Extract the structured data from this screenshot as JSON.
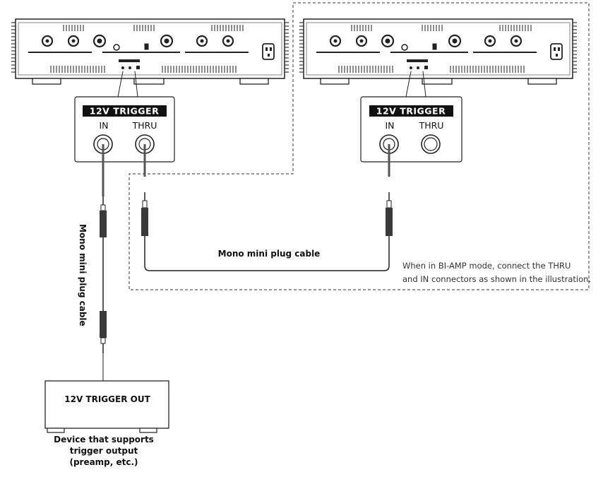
{
  "amps": [
    {
      "trigger_panel": {
        "header": "12V TRIGGER",
        "in_label": "IN",
        "thru_label": "THRU"
      }
    },
    {
      "trigger_panel": {
        "header": "12V TRIGGER",
        "in_label": "IN",
        "thru_label": "THRU"
      }
    }
  ],
  "cables": {
    "vertical_label": "Mono mini plug cable",
    "horizontal_label": "Mono mini plug cable"
  },
  "note": {
    "line1": "When in BI-AMP mode, connect the THRU",
    "line2": "and IN connectors as shown in the illustration."
  },
  "source_device": {
    "box_label": "12V TRIGGER OUT",
    "caption_line1": "Device that supports",
    "caption_line2": "trigger output",
    "caption_line3": "(preamp, etc.)"
  },
  "colors": {
    "line": "#222222",
    "plug_dark": "#3a3a3a",
    "dashed": "#333333"
  }
}
